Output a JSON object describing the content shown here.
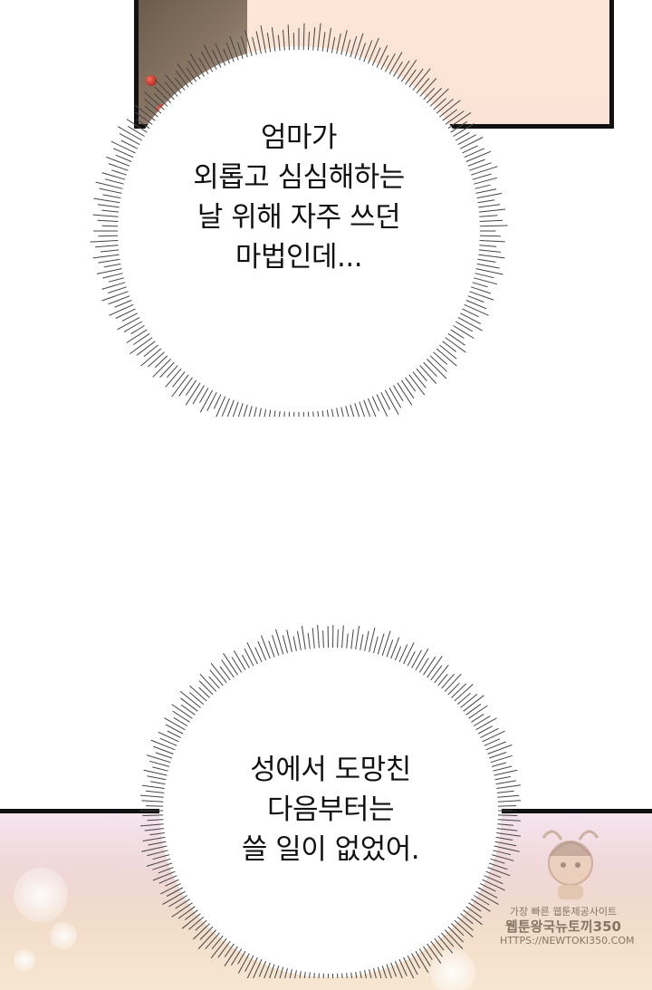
{
  "bubbles": {
    "first": {
      "lines": [
        "엄마가",
        "외롭고 심심해하는",
        "날 위해 자주 쓰던",
        "마법인데..."
      ]
    },
    "second": {
      "lines": [
        "성에서 도망친",
        "다음부터는",
        "쓸 일이 없었어."
      ]
    }
  },
  "watermark": {
    "line1": "가장 빠른 웹툰제공사이트",
    "line2": "웹툰왕국뉴토끼350",
    "line3": "HTTPS://NEWTOKI350.COM"
  },
  "colors": {
    "panel_border": "#111111",
    "top_panel_bg": "#fbe3d7",
    "bottom_panel_bg": "#f2ddc9",
    "text": "#111111"
  }
}
